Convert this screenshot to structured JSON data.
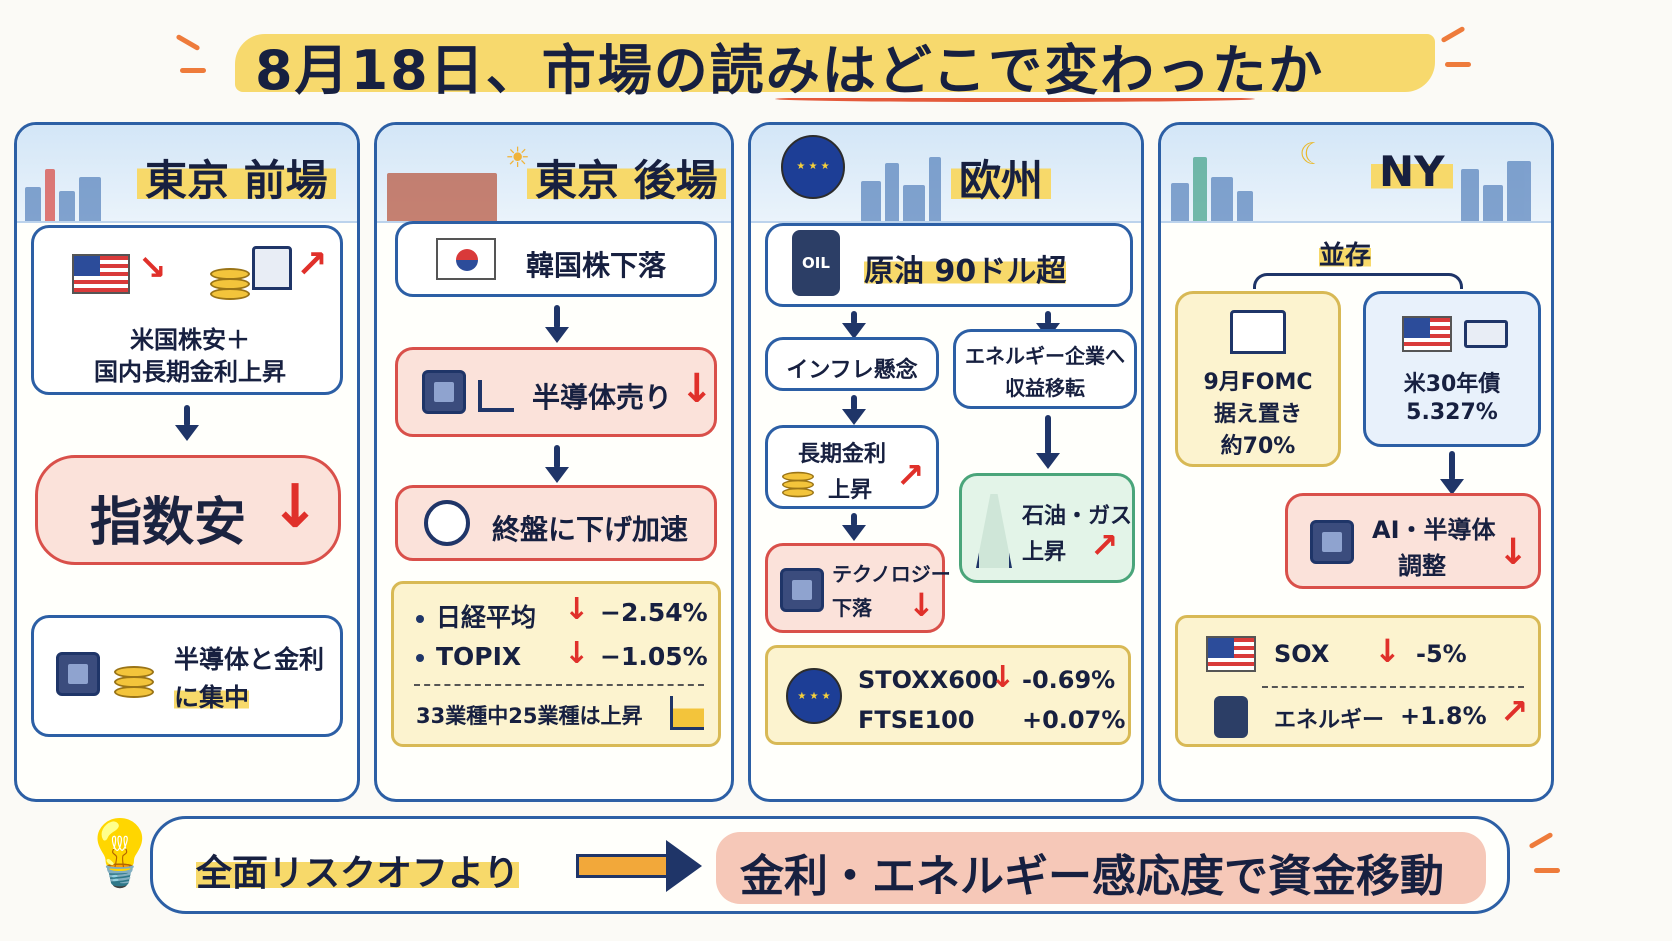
{
  "title": "8月18日、市場の読みはどこで変わったか",
  "tokyo_am": {
    "title": "東京 前場",
    "cause_line1": "米国株安＋",
    "cause_line2": "国内長期金利上昇",
    "result": "指数安",
    "focus_line1": "半導体と金利",
    "focus_line2": "に集中"
  },
  "tokyo_pm": {
    "title": "東京 後場",
    "step1": "韓国株下落",
    "step2": "半導体売り",
    "step3": "終盤に下げ加速",
    "stats": [
      {
        "name": "日経平均",
        "value": "−2.54%"
      },
      {
        "name": "TOPIX",
        "value": "−1.05%"
      }
    ],
    "note": "33業種中25業種は上昇"
  },
  "europe": {
    "title": "欧州",
    "oil": "原油 90ドル超",
    "oil_label": "OIL",
    "left1": "インフレ懸念",
    "left2_line1": "長期金利",
    "left2_line2": "上昇",
    "left3_line1": "テクノロジー",
    "left3_line2": "下落",
    "right1_line1": "エネルギー企業へ",
    "right1_line2": "収益移転",
    "right2_line1": "石油・ガス",
    "right2_line2": "上昇",
    "stats": [
      {
        "name": "STOXX600",
        "value": "-0.69%"
      },
      {
        "name": "FTSE100",
        "value": "+0.07%"
      }
    ]
  },
  "ny": {
    "title": "NY",
    "coexist": "並存",
    "fomc_line1": "9月FOMC",
    "fomc_line2": "据え置き",
    "fomc_line3": "約70%",
    "bond_line1": "米30年債",
    "bond_line2": "5.327%",
    "ai_line1": "AI・半導体",
    "ai_line2": "調整",
    "stats": [
      {
        "name": "SOX",
        "value": "-5%"
      },
      {
        "name": "エネルギー",
        "value": "+1.8%"
      }
    ]
  },
  "conclusion": {
    "from": "全面リスクオフより",
    "to": "金利・エネルギー感応度で資金移動"
  },
  "colors": {
    "navy": "#1f3568",
    "frame_blue": "#2c5fa5",
    "accent_red": "#e0302a",
    "highlight_yellow": "#f7d96a"
  }
}
